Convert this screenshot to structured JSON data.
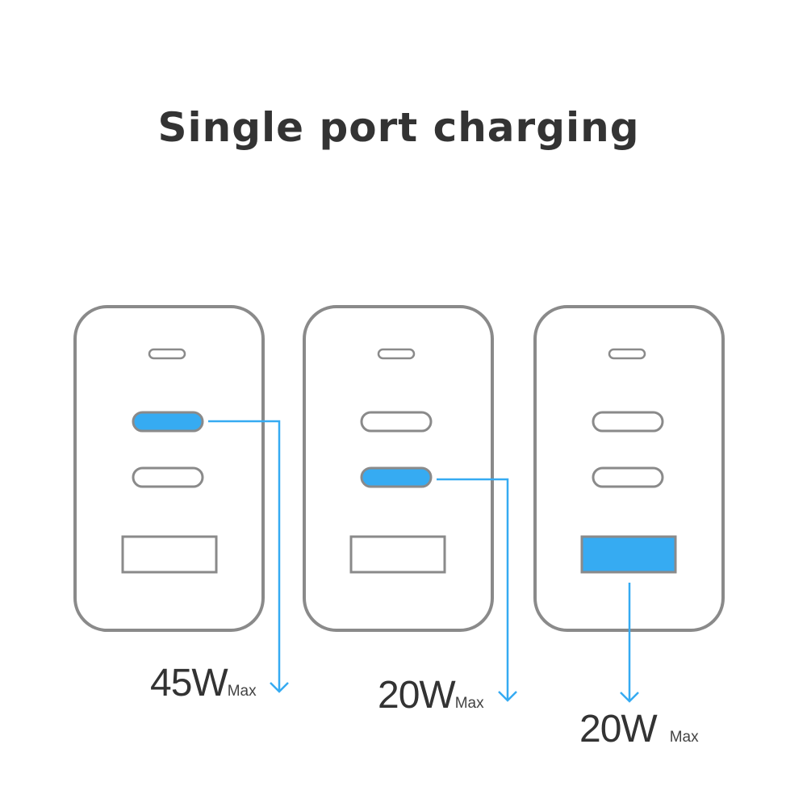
{
  "title": "Single port charging",
  "colors": {
    "outline": "#8a8a8a",
    "active": "#36abf2",
    "text": "#333333"
  },
  "chargers": [
    {
      "active_port": "usb-c-1",
      "output": {
        "value": "45W",
        "suffix": "Max"
      }
    },
    {
      "active_port": "usb-c-2",
      "output": {
        "value": "20W",
        "suffix": "Max"
      }
    },
    {
      "active_port": "usb-a",
      "output": {
        "value": "20W",
        "suffix": "Max"
      }
    }
  ]
}
